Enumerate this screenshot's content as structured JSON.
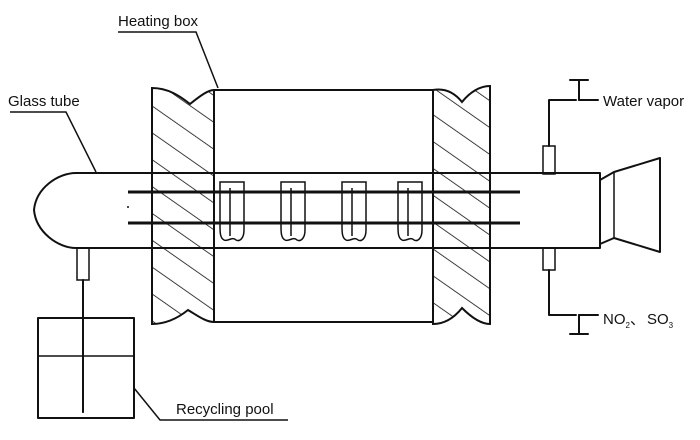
{
  "labels": {
    "heating_box": "Heating box",
    "glass_tube": "Glass tube",
    "water_vapor": "Water vapor",
    "no2": "NO",
    "no2_sub": "2",
    "separator": "、",
    "so": "SO",
    "so_sub": "3",
    "recycling_pool": "Recycling pool"
  }
}
